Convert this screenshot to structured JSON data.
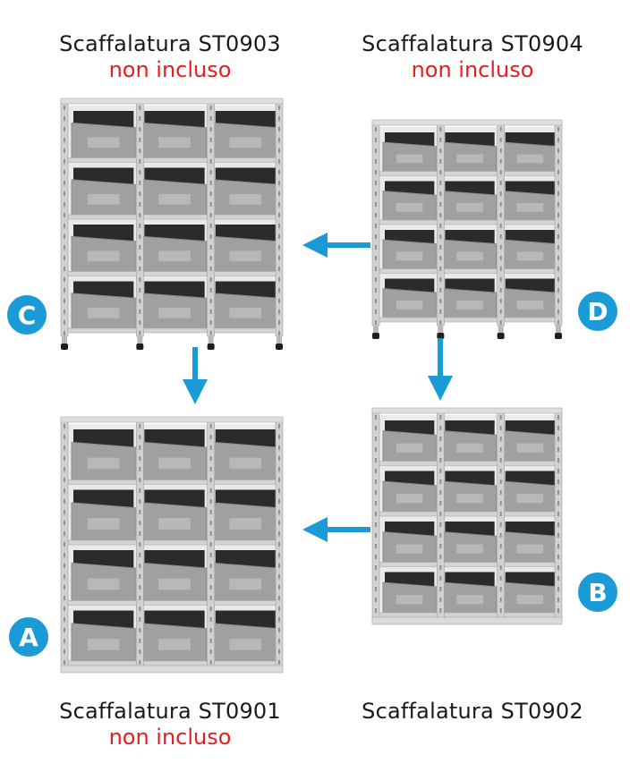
{
  "products": {
    "c": {
      "title": "Scaffalatura ST0903",
      "note": "non incluso",
      "badge": "C"
    },
    "d": {
      "title": "Scaffalatura ST0904",
      "note": "non incluso",
      "badge": "D"
    },
    "a": {
      "title": "Scaffalatura ST0901",
      "note": "non incluso",
      "badge": "A"
    },
    "b": {
      "title": "Scaffalatura ST0902",
      "note": "",
      "badge": "B"
    }
  },
  "colors": {
    "accent": "#1a9ad6",
    "note_red": "#e41f1f",
    "bin_grey": "#9c9c9c",
    "frame": "#c9cbcd"
  }
}
